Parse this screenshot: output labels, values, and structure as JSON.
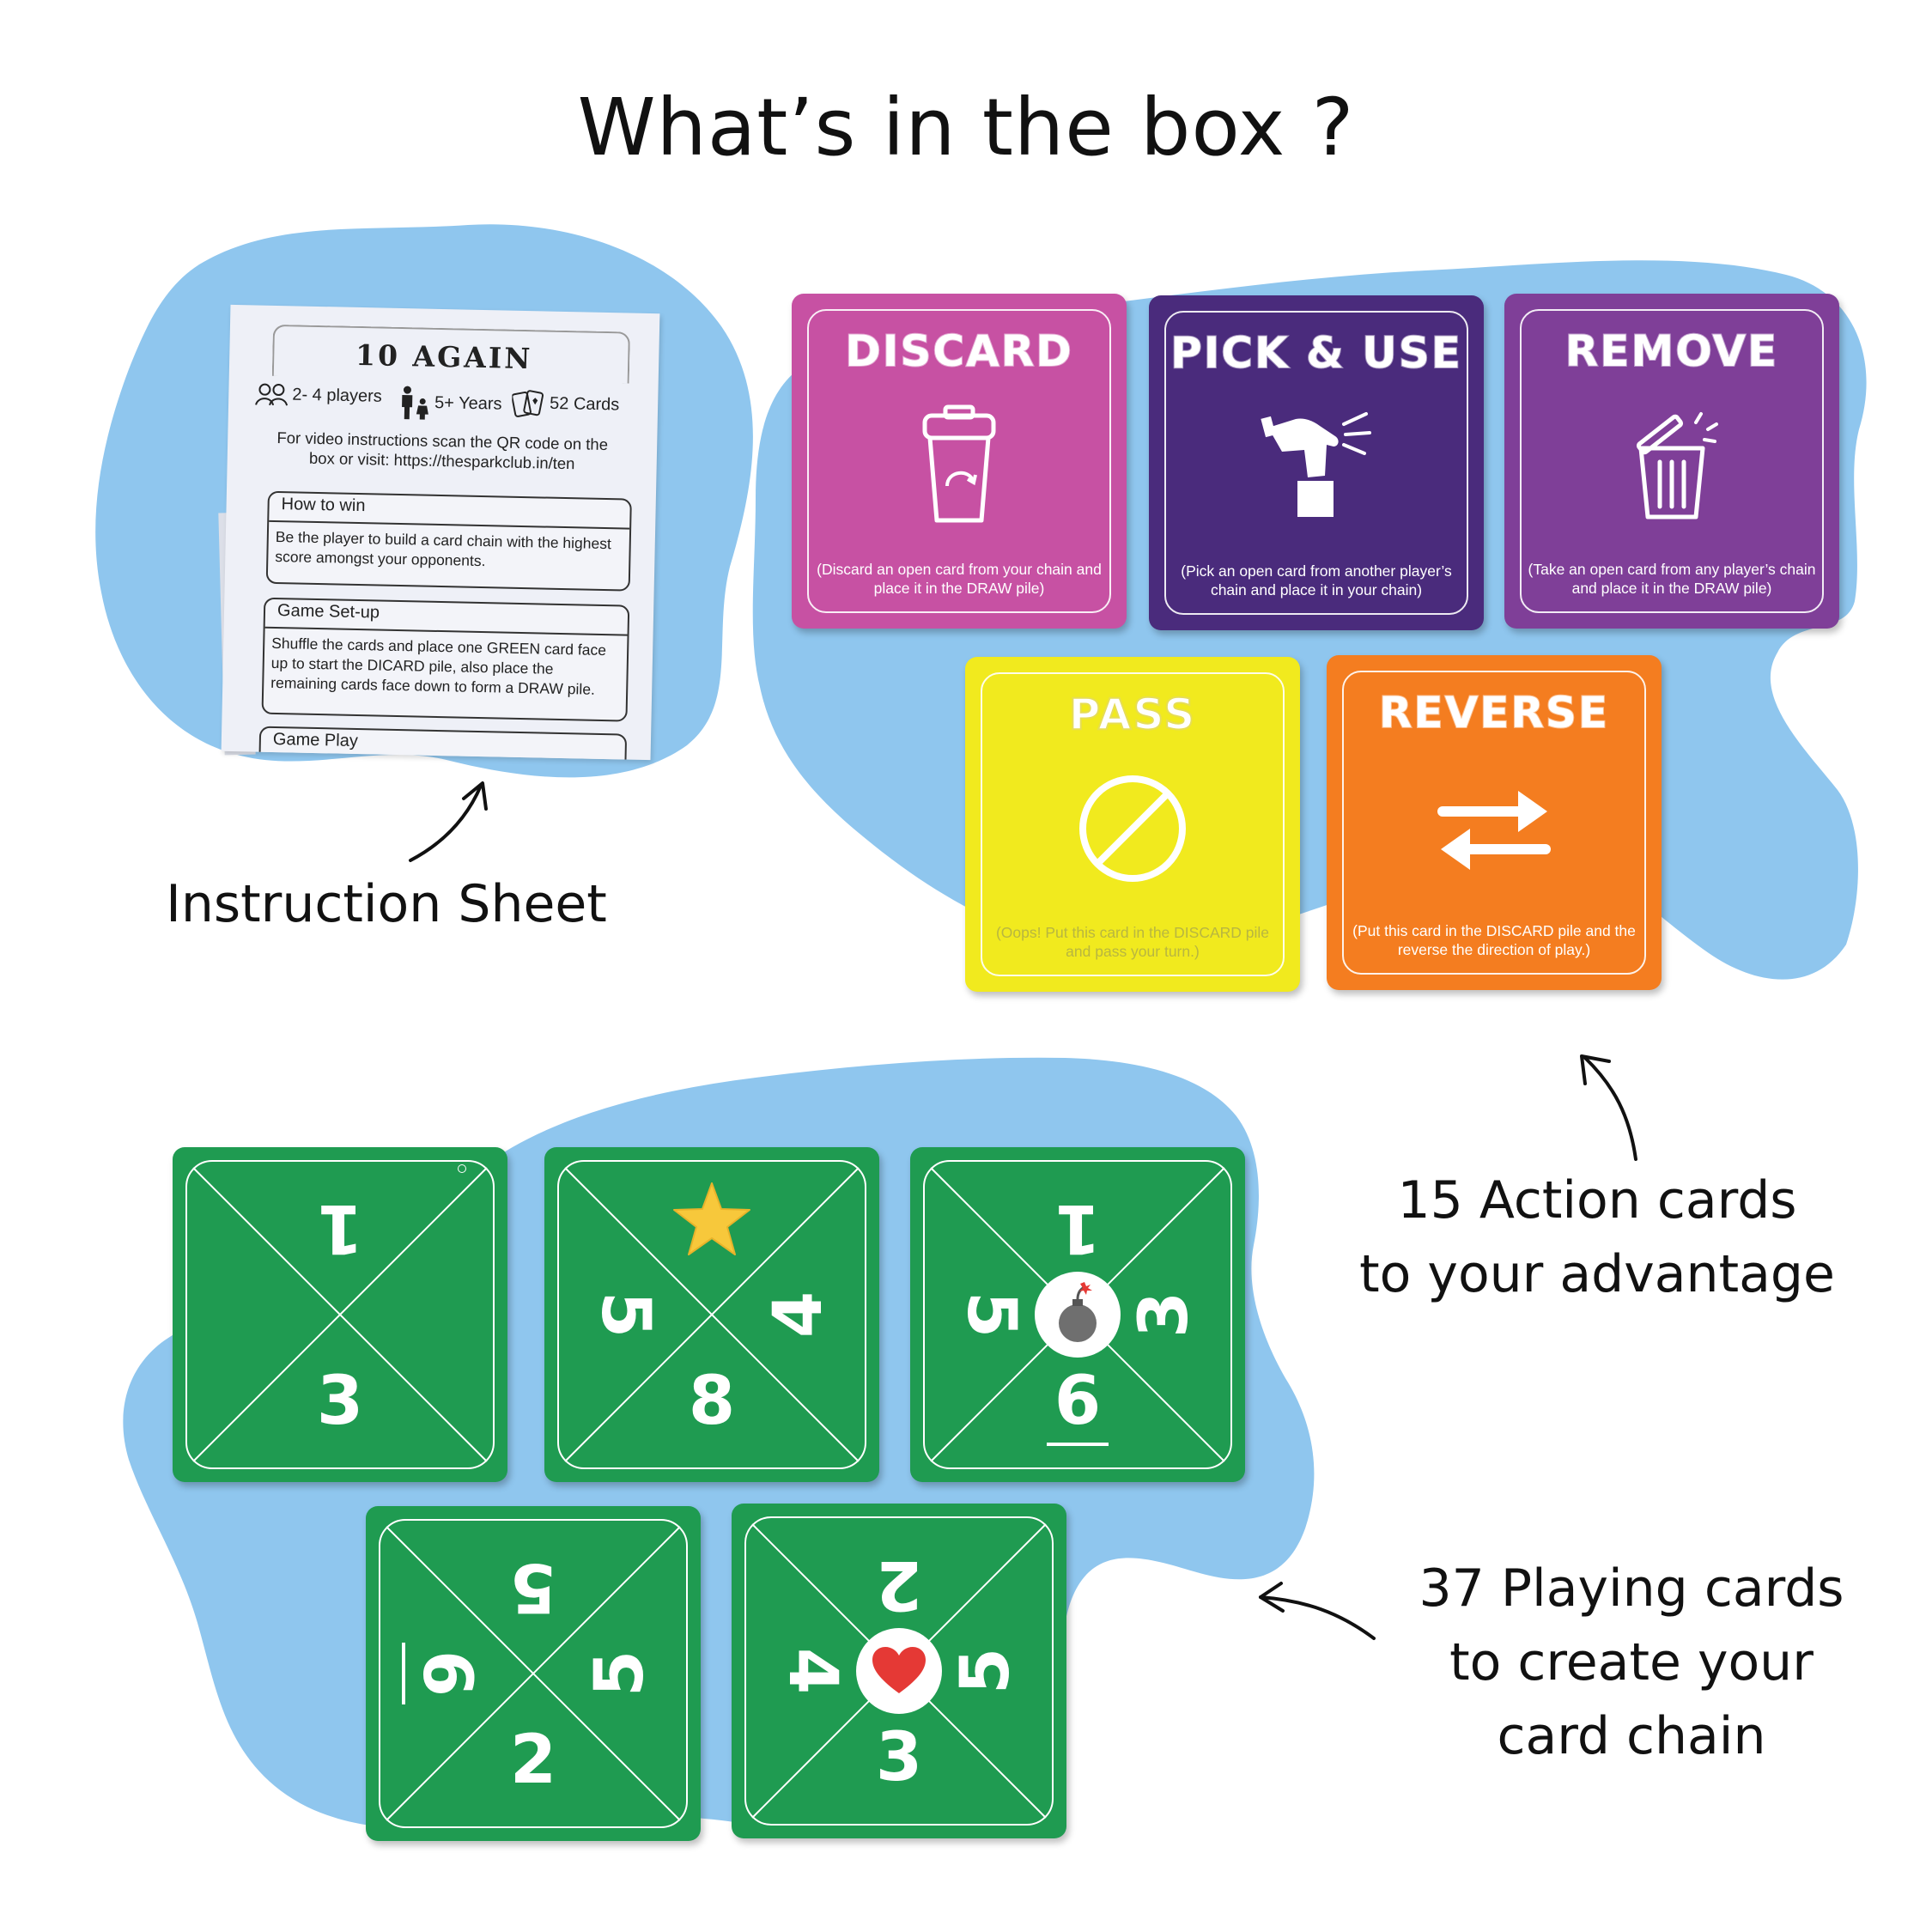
{
  "title": "What’s in the box ?",
  "colors": {
    "blob": "#8fc6ee",
    "discard": "#c751a3",
    "pick_use": "#4a2b7c",
    "remove": "#7f3f98",
    "pass": "#f1ea1e",
    "reverse": "#f47d20",
    "playing_card": "#1f9b51"
  },
  "instruction_sheet": {
    "caption": "Instruction Sheet",
    "game_title": "10 AGAIN",
    "players": "2- 4 players",
    "age": "5+ Years",
    "cards": "52 Cards",
    "intro": "For video instructions scan the QR code on the box or visit: https://thesparkclub.in/ten",
    "sections": [
      {
        "heading": "How to win",
        "body": "Be the player to build a card chain with the highest score amongst your opponents."
      },
      {
        "heading": "Game Set-up",
        "body": "Shuffle the cards and place one GREEN card face up to start the DICARD pile, also place  the remaining cards face down to form a DRAW pile."
      },
      {
        "heading": "Game Play",
        "body": ""
      }
    ],
    "icons": [
      "players-icon",
      "family-icon",
      "cards-icon"
    ]
  },
  "action_cards": {
    "caption_line1": "15 Action cards",
    "caption_line2": "to your advantage",
    "cards": [
      {
        "title": "DISCARD",
        "icon": "trash-bin-icon",
        "description": "(Discard an open card from your chain and place it in the DRAW pile)"
      },
      {
        "title": "PICK & USE",
        "icon": "hand-pick-icon",
        "description": "(Pick an open card from another player’s chain and place it in your chain)"
      },
      {
        "title": "REMOVE",
        "icon": "open-trash-can-icon",
        "description": "(Take an open card from any player’s chain and place it in the DRAW pile)"
      },
      {
        "title": "PASS",
        "icon": "prohibited-icon",
        "description": "(Oops! Put this card in the DISCARD pile and pass your turn.)"
      },
      {
        "title": "REVERSE",
        "icon": "swap-arrows-icon",
        "description": "(Put this card in the DISCARD pile and the reverse the direction of play.)"
      }
    ]
  },
  "playing_cards": {
    "caption_line1": "37 Playing cards",
    "caption_line2": "to create your",
    "caption_line3": "card chain",
    "cards": [
      {
        "top": "1",
        "right": "",
        "bottom": "3",
        "left": "",
        "center": ""
      },
      {
        "top": "",
        "top_icon": "star-icon",
        "right": "4",
        "bottom": "8",
        "left": "5",
        "center": ""
      },
      {
        "top": "1",
        "right": "3",
        "bottom": "6",
        "left": "5",
        "center": "bomb-icon"
      },
      {
        "top": "5",
        "right": "5",
        "bottom": "2",
        "left": "6",
        "center": ""
      },
      {
        "top": "2",
        "right": "5",
        "bottom": "3",
        "left": "4",
        "center": "heart-icon"
      }
    ]
  }
}
